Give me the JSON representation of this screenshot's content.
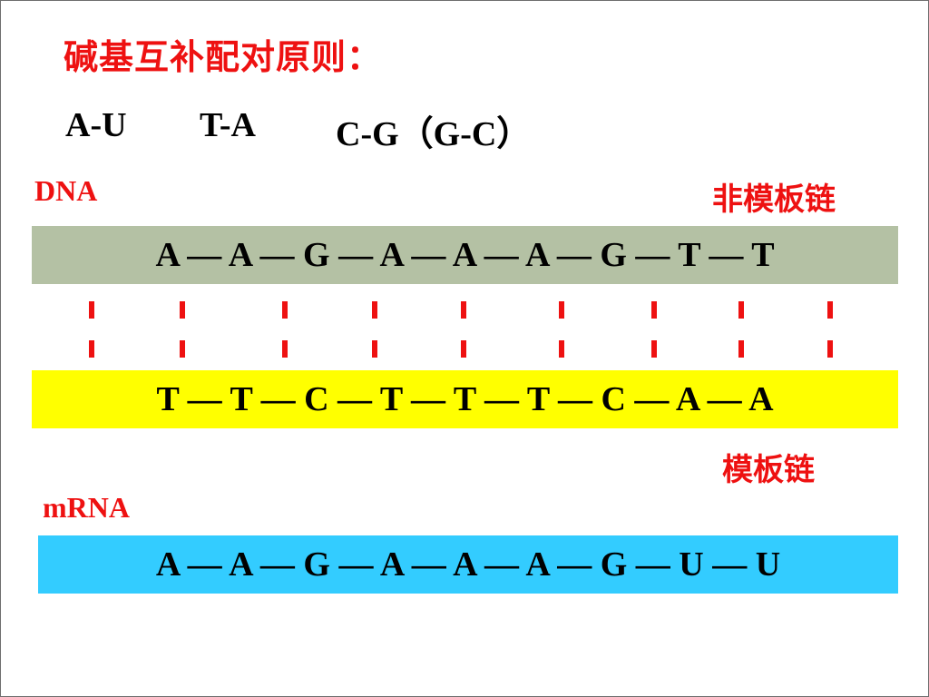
{
  "title": "碱基互补配对原则：",
  "pairing_rules": [
    "A-U",
    "T-A",
    "C-G（G-C）"
  ],
  "labels": {
    "dna": "DNA",
    "mrna": "mRNA",
    "non_template": "非模板链",
    "template": "模板链"
  },
  "strands": {
    "non_template": {
      "sequence": "A — A — G — A — A — A — G — T — T",
      "color": "#b4c1a4"
    },
    "template": {
      "sequence": "T — T — C — T — T — T — C — A — A",
      "color": "#ffff00"
    },
    "mrna": {
      "sequence": "A — A — G — A — A — A — G — U — U",
      "color": "#33ccff"
    }
  },
  "bond_color": "#ee1111"
}
